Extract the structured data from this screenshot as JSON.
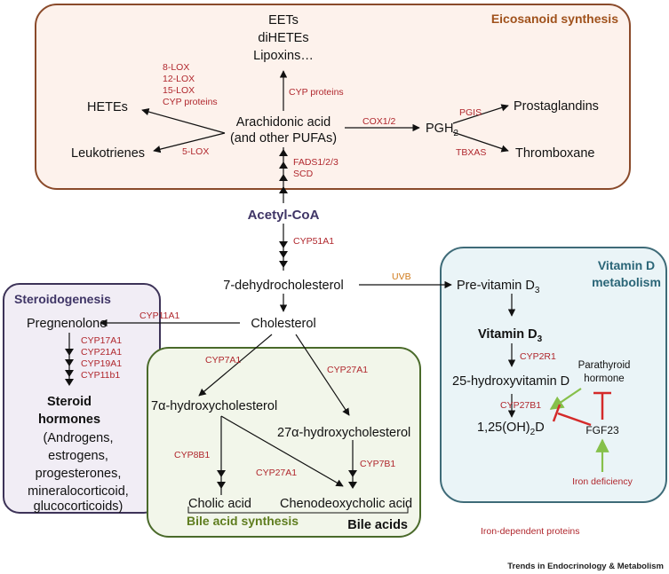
{
  "sections": {
    "eicosanoid": "Eicosanoid synthesis",
    "vitamin_d": [
      "Vitamin D",
      "metabolism"
    ],
    "steroidogenesis": "Steroidogenesis",
    "bile": "Bile acid synthesis"
  },
  "metabolites": {
    "eets": "EETs",
    "dihetes": "diHETEs",
    "lipoxins": "Lipoxins…",
    "hetes": "HETEs",
    "leukotrienes": "Leukotrienes",
    "arachidonic": [
      "Arachidonic acid",
      "(and other PUFAs)"
    ],
    "pgh2_base": "PGH",
    "pgh2_sub": "2",
    "prostaglandins": "Prostaglandins",
    "thromboxane": "Thromboxane",
    "acetyl_coa": "Acetyl-CoA",
    "dehydrocholesterol": "7-dehydrocholesterol",
    "cholesterol": "Cholesterol",
    "pregnenolone": "Pregnenolone",
    "steroid_hormones": [
      "Steroid",
      "hormones"
    ],
    "steroid_list": [
      "(Androgens,",
      "estrogens,",
      "progesterones,",
      "mineralocorticoid,",
      "glucocorticoids)"
    ],
    "hydroxy7a": "7α-hydroxycholesterol",
    "hydroxy27a": "27α-hydroxycholesterol",
    "cholic": "Cholic acid",
    "chenodeoxycholic": "Chenodeoxycholic acid",
    "bile_acids": "Bile acids",
    "previtd3_base": "Pre-vitamin D",
    "previtd3_sub": "3",
    "vitd3_base": "Vitamin D",
    "vitd3_sub": "3",
    "hydroxyvitd": "25-hydroxyvitamin D",
    "calcitriol_a": "1,25(OH)",
    "calcitriol_sub": "2",
    "calcitriol_b": "D",
    "parathyroid": [
      "Parathyroid",
      "hormone"
    ],
    "fgf23": "FGF23"
  },
  "enzymes": {
    "lox_group": [
      "8-LOX",
      "12-LOX",
      "15-LOX",
      "CYP proteins"
    ],
    "lox5": "5-LOX",
    "cyp_proteins": "CYP proteins",
    "cox": "COX1/2",
    "pgis": "PGIS",
    "tbxas": "TBXAS",
    "fads": [
      "FADS1/2/3",
      "SCD"
    ],
    "cyp51a1": "CYP51A1",
    "uvb": "UVB",
    "cyp11a1": "CYP11A1",
    "steroid_enzymes": [
      "CYP17A1",
      "CYP21A1",
      "CYP19A1",
      "CYP11b1"
    ],
    "cyp7a1": "CYP7A1",
    "cyp27a1_top": "CYP27A1",
    "cyp8b1": "CYP8B1",
    "cyp27a1_mid": "CYP27A1",
    "cyp7b1": "CYP7B1",
    "cyp2r1": "CYP2R1",
    "cyp27b1": "CYP27B1",
    "iron_deficiency": "Iron deficiency"
  },
  "legend": "Iron-dependent proteins",
  "footer": "Trends in Endocrinology & Metabolism",
  "colors": {
    "eicosanoid_fill": "#fdf2ec",
    "eicosanoid_stroke": "#8a4a2a",
    "eicosanoid_title": "#a0521c",
    "vitamin_fill": "#eaf4f7",
    "vitamin_stroke": "#3e6b78",
    "vitamin_title": "#2a6577",
    "steroid_fill": "#f1edf5",
    "steroid_stroke": "#3d3358",
    "steroid_title": "#3f3566",
    "bile_fill": "#f2f6ea",
    "bile_stroke": "#4a6a2a",
    "bile_title": "#5f7d1f",
    "enzyme": "#b0272d",
    "uvb": "#d07a1a",
    "inhibit": "#d42a2a",
    "stimulate": "#86c04a",
    "acetyl": "#3f3566"
  }
}
